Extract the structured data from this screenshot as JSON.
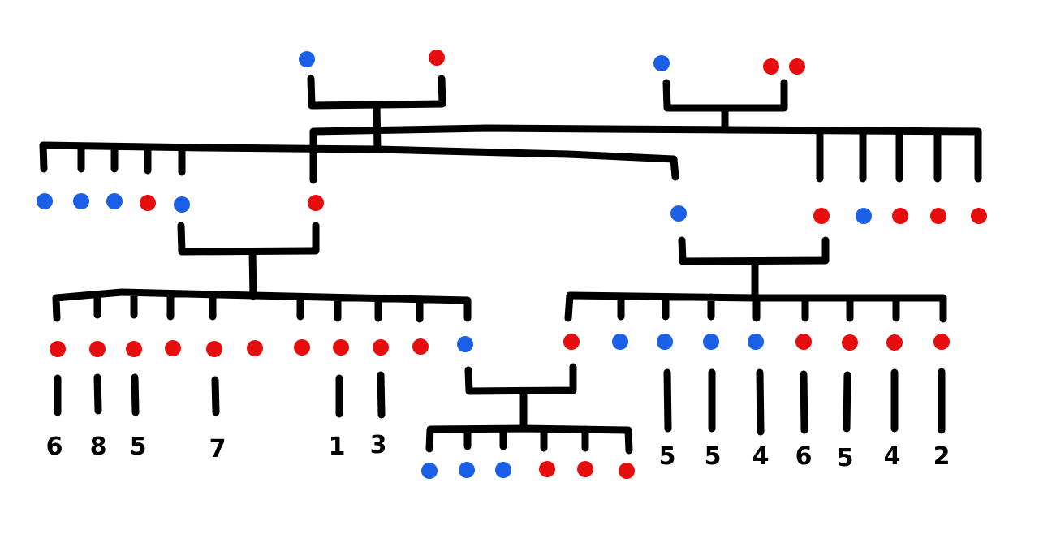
{
  "colors": {
    "male": "#1a5fe6",
    "female": "#e50d0d",
    "line": "#000000"
  },
  "generation_1": {
    "couple_a": [
      "male",
      "female"
    ],
    "couple_b": [
      "male",
      "female",
      "female"
    ]
  },
  "generation_2": {
    "left_children": [
      "male",
      "male",
      "male",
      "female",
      "male",
      "female"
    ],
    "middle_child": [
      "male"
    ],
    "right_children": [
      "female",
      "male",
      "female",
      "female",
      "female"
    ]
  },
  "generation_3": {
    "left_children": [
      "female",
      "female",
      "female",
      "female",
      "female",
      "female",
      "female",
      "female",
      "female",
      "female",
      "male"
    ],
    "right_children": [
      "female",
      "male",
      "male",
      "male",
      "male",
      "female",
      "female",
      "female",
      "female"
    ]
  },
  "generation_4": {
    "children": [
      "male",
      "male",
      "male",
      "female",
      "female",
      "female"
    ]
  },
  "counts": {
    "left": [
      "6",
      "8",
      "5",
      "7",
      "1",
      "3"
    ],
    "right": [
      "5",
      "5",
      "4",
      "6",
      "5",
      "4",
      "2"
    ]
  }
}
